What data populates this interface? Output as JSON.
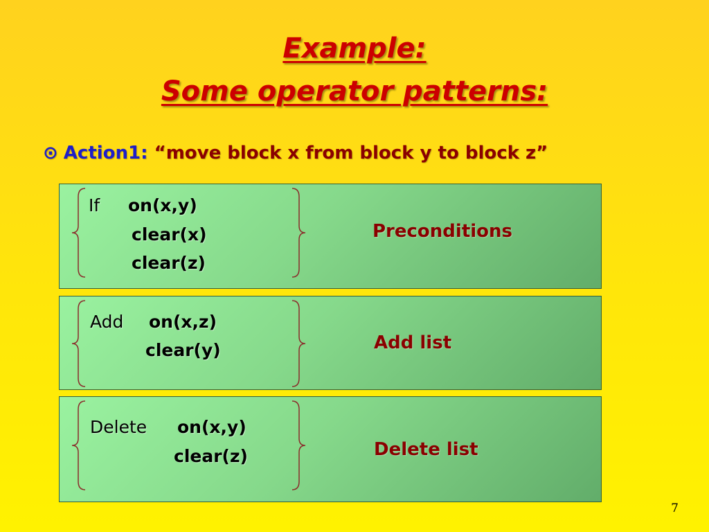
{
  "slide": {
    "title_line1": "Example:",
    "title_line2": "Some operator patterns:",
    "bullet": {
      "symbol": "⊙",
      "label": "Action1:",
      "text": "“move block x from block y to block z”"
    },
    "boxes": [
      {
        "keyword": "If",
        "lines": [
          "on(x,y)",
          "clear(x)",
          "clear(z)"
        ],
        "caption": "Preconditions"
      },
      {
        "keyword": "Add",
        "lines": [
          "on(x,z)",
          "clear(y)"
        ],
        "caption": "Add list"
      },
      {
        "keyword": "Delete",
        "lines": [
          "on(x,y)",
          "clear(z)"
        ],
        "caption": "Delete list"
      }
    ],
    "page_number": "7"
  },
  "colors": {
    "title": "#cc0000",
    "bullet_label": "#1e1ec8",
    "caption": "#8a0000",
    "box_green": "#86d98b"
  }
}
